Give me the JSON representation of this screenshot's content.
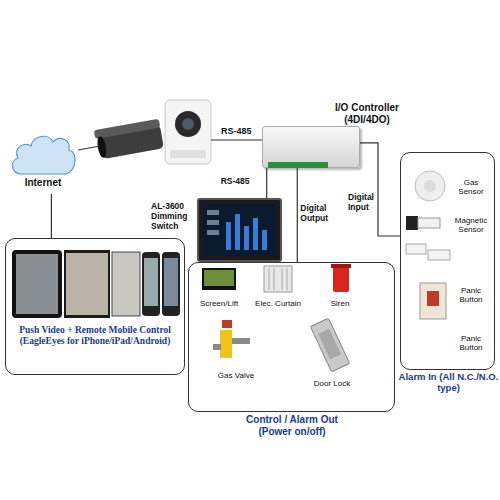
{
  "diagram": {
    "nodes": [
      {
        "text": [
          "Internet"
        ]
      },
      {
        "text": [
          "I/O Controller (4DI/4DO)"
        ]
      },
      {
        "text": [
          "AL-3600 Dimming Switch"
        ]
      },
      {
        "text": [
          "Push Video + Remote Mobile Control (EagleEyes for iPhone/iPad/Android)"
        ]
      },
      {
        "text": [
          "Control / Alarm Out (Power on/off)"
        ]
      },
      {
        "text": [
          "Screen/Lift"
        ],
        "in": 4
      },
      {
        "text": [
          "Elec. Curtain"
        ],
        "in": 4
      },
      {
        "text": [
          "Siren"
        ],
        "in": 4
      },
      {
        "text": [
          "Gas Valve"
        ],
        "in": 4
      },
      {
        "text": [
          "Door Lock"
        ],
        "in": 4
      },
      {
        "text": [
          "Alarm In (All N.C./N.O. type)"
        ]
      },
      {
        "text": [
          "Gas Sensor"
        ],
        "in": 10
      },
      {
        "text": [
          "Magnetic Sensor"
        ],
        "in": 10
      },
      {
        "text": [
          "Panic Button"
        ],
        "in": 10
      },
      {
        "text": [
          "Panic Button"
        ],
        "in": 10
      }
    ],
    "edges": [
      {
        "from": 0,
        "to": 3,
        "arrow": "none"
      },
      {
        "from": 2,
        "to": 1,
        "label": "RS-485",
        "arrow": "none"
      },
      {
        "from": 1,
        "to": 4,
        "label": "Digital Output",
        "arrow": "none"
      },
      {
        "from": 1,
        "to": 10,
        "label": "Digital Input",
        "arrow": "none"
      }
    ],
    "labels": [
      "RS-485"
    ]
  }
}
